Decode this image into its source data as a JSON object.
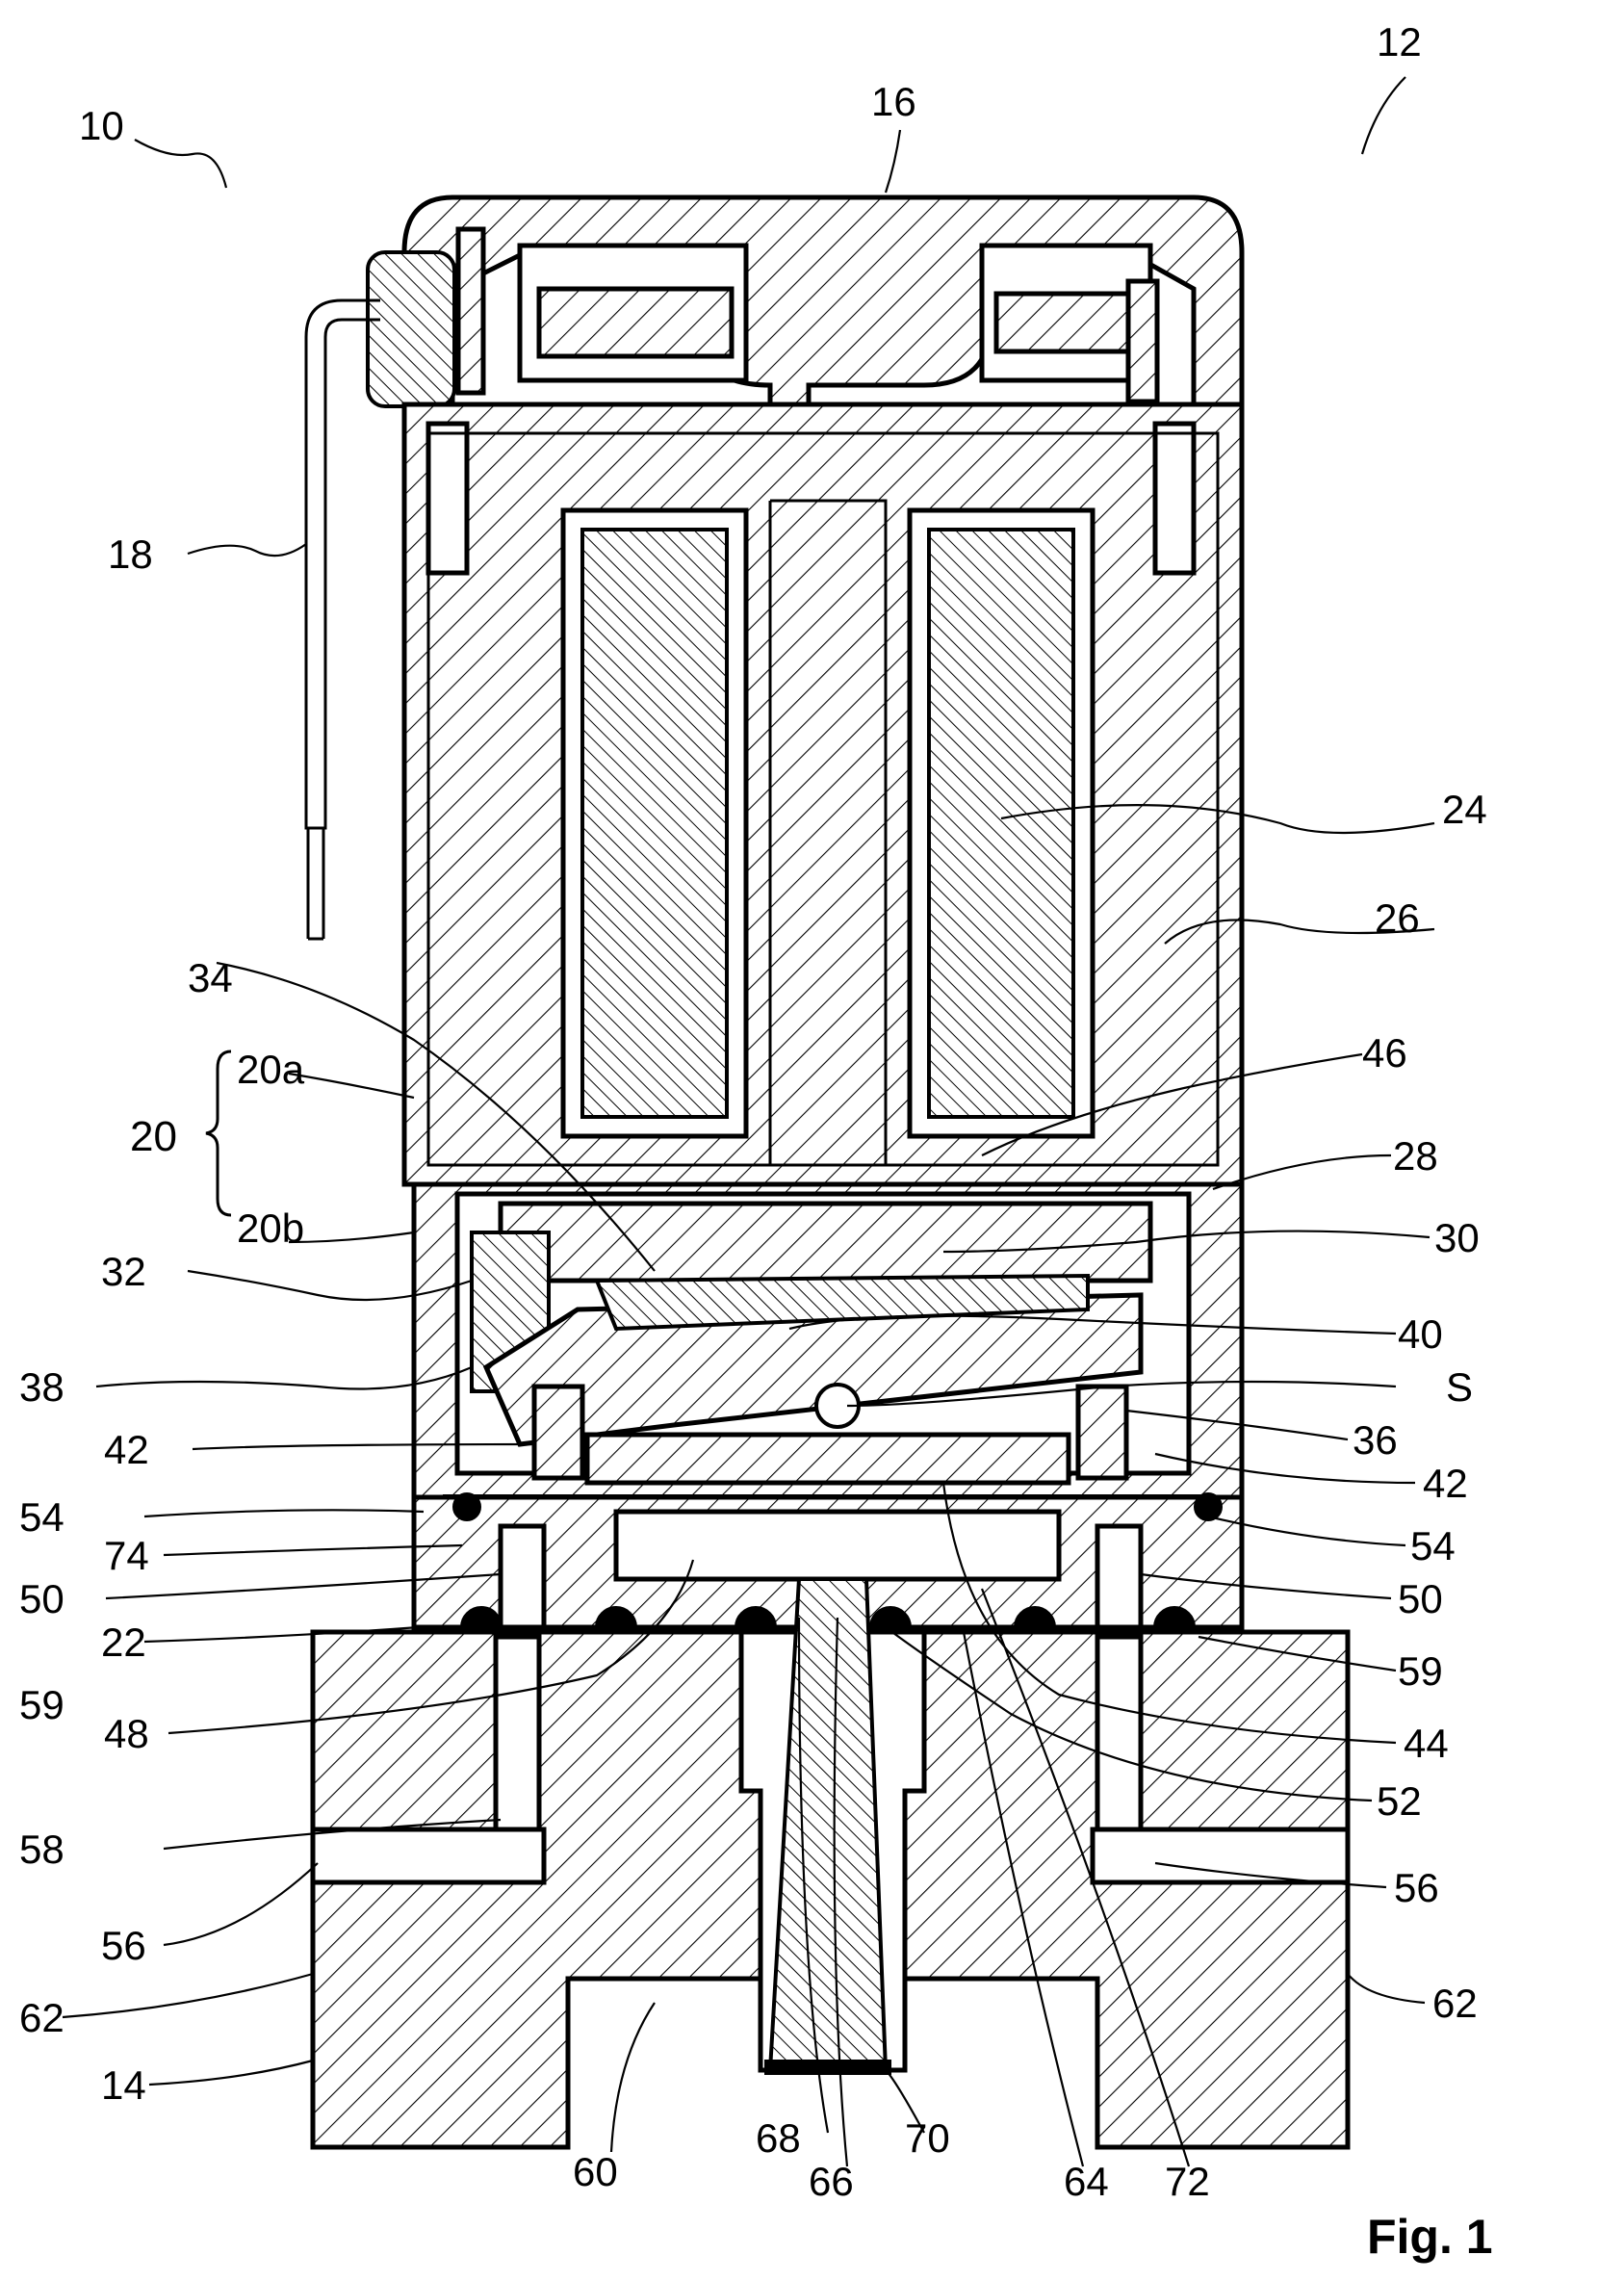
{
  "figure": {
    "caption": "Fig. 1"
  },
  "labels": [
    {
      "id": "ref-10",
      "text": "10"
    },
    {
      "id": "ref-12",
      "text": "12"
    },
    {
      "id": "ref-16",
      "text": "16"
    },
    {
      "id": "ref-18",
      "text": "18"
    },
    {
      "id": "ref-24",
      "text": "24"
    },
    {
      "id": "ref-26",
      "text": "26"
    },
    {
      "id": "ref-34",
      "text": "34"
    },
    {
      "id": "ref-46",
      "text": "46"
    },
    {
      "id": "ref-20",
      "text": "20"
    },
    {
      "id": "ref-20a",
      "text": "20a"
    },
    {
      "id": "ref-20b",
      "text": "20b"
    },
    {
      "id": "ref-28",
      "text": "28"
    },
    {
      "id": "ref-30",
      "text": "30"
    },
    {
      "id": "ref-32",
      "text": "32"
    },
    {
      "id": "ref-40",
      "text": "40"
    },
    {
      "id": "ref-38",
      "text": "38"
    },
    {
      "id": "ref-S",
      "text": "S"
    },
    {
      "id": "ref-36",
      "text": "36"
    },
    {
      "id": "ref-42-left",
      "text": "42"
    },
    {
      "id": "ref-42-right",
      "text": "42"
    },
    {
      "id": "ref-54-left",
      "text": "54"
    },
    {
      "id": "ref-54-right",
      "text": "54"
    },
    {
      "id": "ref-74",
      "text": "74"
    },
    {
      "id": "ref-50-left",
      "text": "50"
    },
    {
      "id": "ref-50-right",
      "text": "50"
    },
    {
      "id": "ref-22",
      "text": "22"
    },
    {
      "id": "ref-59-left",
      "text": "59"
    },
    {
      "id": "ref-59-right",
      "text": "59"
    },
    {
      "id": "ref-44",
      "text": "44"
    },
    {
      "id": "ref-48",
      "text": "48"
    },
    {
      "id": "ref-52",
      "text": "52"
    },
    {
      "id": "ref-58",
      "text": "58"
    },
    {
      "id": "ref-56-left",
      "text": "56"
    },
    {
      "id": "ref-56-right",
      "text": "56"
    },
    {
      "id": "ref-62-left",
      "text": "62"
    },
    {
      "id": "ref-62-right",
      "text": "62"
    },
    {
      "id": "ref-14",
      "text": "14"
    },
    {
      "id": "ref-60",
      "text": "60"
    },
    {
      "id": "ref-68",
      "text": "68"
    },
    {
      "id": "ref-66",
      "text": "66"
    },
    {
      "id": "ref-70",
      "text": "70"
    },
    {
      "id": "ref-64",
      "text": "64"
    },
    {
      "id": "ref-72",
      "text": "72"
    }
  ]
}
